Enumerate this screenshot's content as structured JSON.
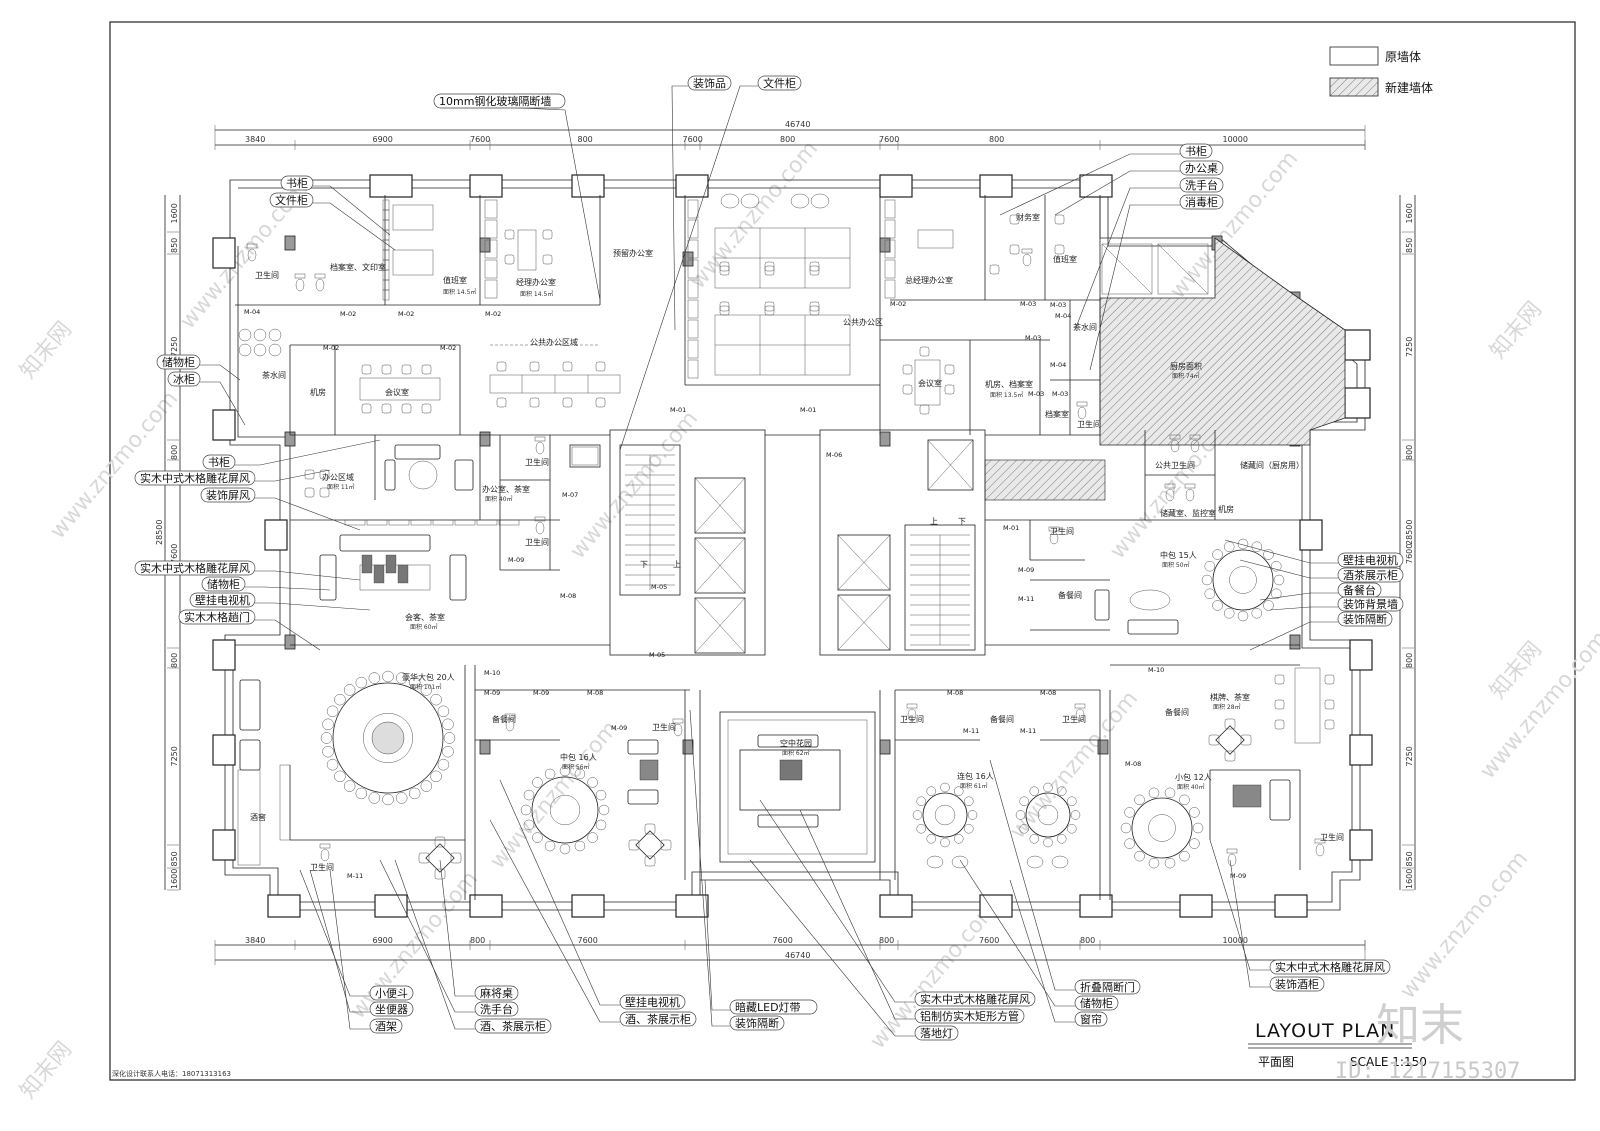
{
  "legend": {
    "original_wall": "原墙体",
    "new_wall": "新建墙体"
  },
  "title": {
    "main": "LAYOUT  PLAN",
    "sub": "平面图",
    "scale": "SCALE  1:150"
  },
  "contact": "深化设计联系人电话：18071313163",
  "watermark": {
    "site": "www.znzmo.com",
    "site_cn": "知末网",
    "brand": "知末",
    "id": "ID: 1217155307"
  },
  "dimensions": {
    "total": "46740",
    "top": [
      "3840",
      "6900",
      "7600",
      "800",
      "7600",
      "800",
      "7600",
      "800",
      "10000"
    ],
    "bottom": [
      "3840",
      "6900",
      "800",
      "7600",
      "7600",
      "800",
      "7600",
      "800",
      "10000"
    ],
    "left": [
      "1600",
      "850",
      "7250",
      "800",
      "7600",
      "800",
      "7250",
      "850",
      "1600"
    ],
    "left_total": "28500",
    "right": [
      "1600",
      "850",
      "7250",
      "800",
      "7600",
      "800",
      "7250",
      "850",
      "1600"
    ],
    "right_total": "28500"
  },
  "callouts_top": [
    {
      "text": "装饰品"
    },
    {
      "text": "文件柜"
    },
    {
      "text": "10mm钢化玻璃隔断墙"
    }
  ],
  "callouts_right_top": [
    {
      "text": "书柜"
    },
    {
      "text": "办公桌"
    },
    {
      "text": "洗手台"
    },
    {
      "text": "消毒柜"
    }
  ],
  "callouts_left": [
    {
      "text": "书柜"
    },
    {
      "text": "文件柜"
    },
    {
      "text": "储物柜"
    },
    {
      "text": "冰柜"
    },
    {
      "text": "书柜"
    },
    {
      "text": "实木中式木格雕花屏风"
    },
    {
      "text": "装饰屏风"
    },
    {
      "text": "实木中式木格雕花屏风"
    },
    {
      "text": "储物柜"
    },
    {
      "text": "壁挂电视机"
    },
    {
      "text": "实木木格趟门"
    }
  ],
  "callouts_right": [
    {
      "text": "壁挂电视机"
    },
    {
      "text": "酒茶展示柜"
    },
    {
      "text": "备餐台"
    },
    {
      "text": "装饰背景墙"
    },
    {
      "text": "装饰隔断"
    }
  ],
  "callouts_bottom": [
    {
      "text": "小便斗"
    },
    {
      "text": "坐便器"
    },
    {
      "text": "酒架"
    },
    {
      "text": "麻将桌"
    },
    {
      "text": "洗手台"
    },
    {
      "text": "酒、茶展示柜"
    },
    {
      "text": "壁挂电视机"
    },
    {
      "text": "酒、茶展示柜"
    },
    {
      "text": "暗藏LED灯带"
    },
    {
      "text": "装饰隔断"
    },
    {
      "text": "实木中式木格雕花屏风"
    },
    {
      "text": "铝制仿实木矩形方管"
    },
    {
      "text": "落地灯"
    },
    {
      "text": "折叠隔断门"
    },
    {
      "text": "储物柜"
    },
    {
      "text": "窗帘"
    },
    {
      "text": "实木中式木格雕花屏风"
    },
    {
      "text": "装饰酒柜"
    }
  ],
  "rooms": {
    "washroom_tl": "卫生间",
    "archive": "档案室、文印室",
    "duty_room": "值班室",
    "duty_area": "面积 14.5㎡",
    "manager": "经理办公室",
    "manager_area": "面积 14.5㎡",
    "reserved": "预留办公室",
    "public_office_r": "公共办公区",
    "gm_office": "总经理办公室",
    "finance": "财务室",
    "duty_room2": "值班室",
    "tea_room": "茶水间",
    "machine": "机房",
    "meeting": "会议室",
    "public_office_l": "公共办公区域",
    "meeting2": "会议室",
    "machine_archive": "机房、档案室",
    "machine_archive_area": "面积 13.5㎡",
    "archive2": "档案室",
    "tea_water": "茶水间",
    "washroom_r": "卫生间",
    "kitchen": "厨房面积",
    "kitchen_area": "面积 74㎡",
    "office_area": "办公区域",
    "office_area_sz": "面积 11㎡",
    "office_tea": "办公室、茶室",
    "office_tea_area": "面积 40㎡",
    "washroom_c1": "卫生间",
    "washroom_c2": "卫生间",
    "public_wc": "公共卫生间",
    "storage": "储藏间（厨房用）",
    "storage_monitor": "储藏室、监控室",
    "machine2": "机房",
    "reception": "会客、茶室",
    "reception_area": "面积 60㎡",
    "washroom_r2": "卫生间",
    "mid_room15": "中包  15人",
    "mid_room15_area": "面积 50㎡",
    "pantry_r": "备餐间",
    "deluxe": "豪华大包  20人",
    "deluxe_area": "面积 101㎡",
    "pantry_l": "备餐间",
    "mid_room16": "中包  16人",
    "mid_room16_area": "面积 56㎡",
    "washroom_m": "卫生间",
    "garden": "空中花园",
    "garden_area": "面积 62㎡",
    "pantry_c": "备餐间",
    "linked16": "连包  16人",
    "linked16_area": "面积 61㎡",
    "chess_tea": "棋牌、茶室",
    "chess_tea_area": "面积 28㎡",
    "pantry_r2": "备餐间",
    "small12": "小包  12人",
    "small12_area": "面积 40㎡",
    "wine_cellar": "酒窖",
    "washroom_bl": "卫生间",
    "washroom_br": "卫生间",
    "washroom_c3": "卫生间",
    "washroom_c4": "卫生间",
    "stair_down": "下",
    "stair_up": "上",
    "stair_up2": "上",
    "stair_down2": "下"
  },
  "doors": [
    "M-04",
    "M-02",
    "M-02",
    "M-02",
    "M-02",
    "M-02",
    "M-01",
    "M-01",
    "M-02",
    "M-03",
    "M-03",
    "M-04",
    "M-03",
    "M-04",
    "M-03",
    "M-03",
    "M-06",
    "M-07",
    "M-09",
    "M-08",
    "M-05",
    "M-05",
    "M-01",
    "M-09",
    "M-11",
    "M-10",
    "M-09",
    "M-09",
    "M-08",
    "M-09",
    "M-08",
    "M-08",
    "M-11",
    "M-11",
    "M-10",
    "M-08",
    "M-11",
    "M-09"
  ]
}
